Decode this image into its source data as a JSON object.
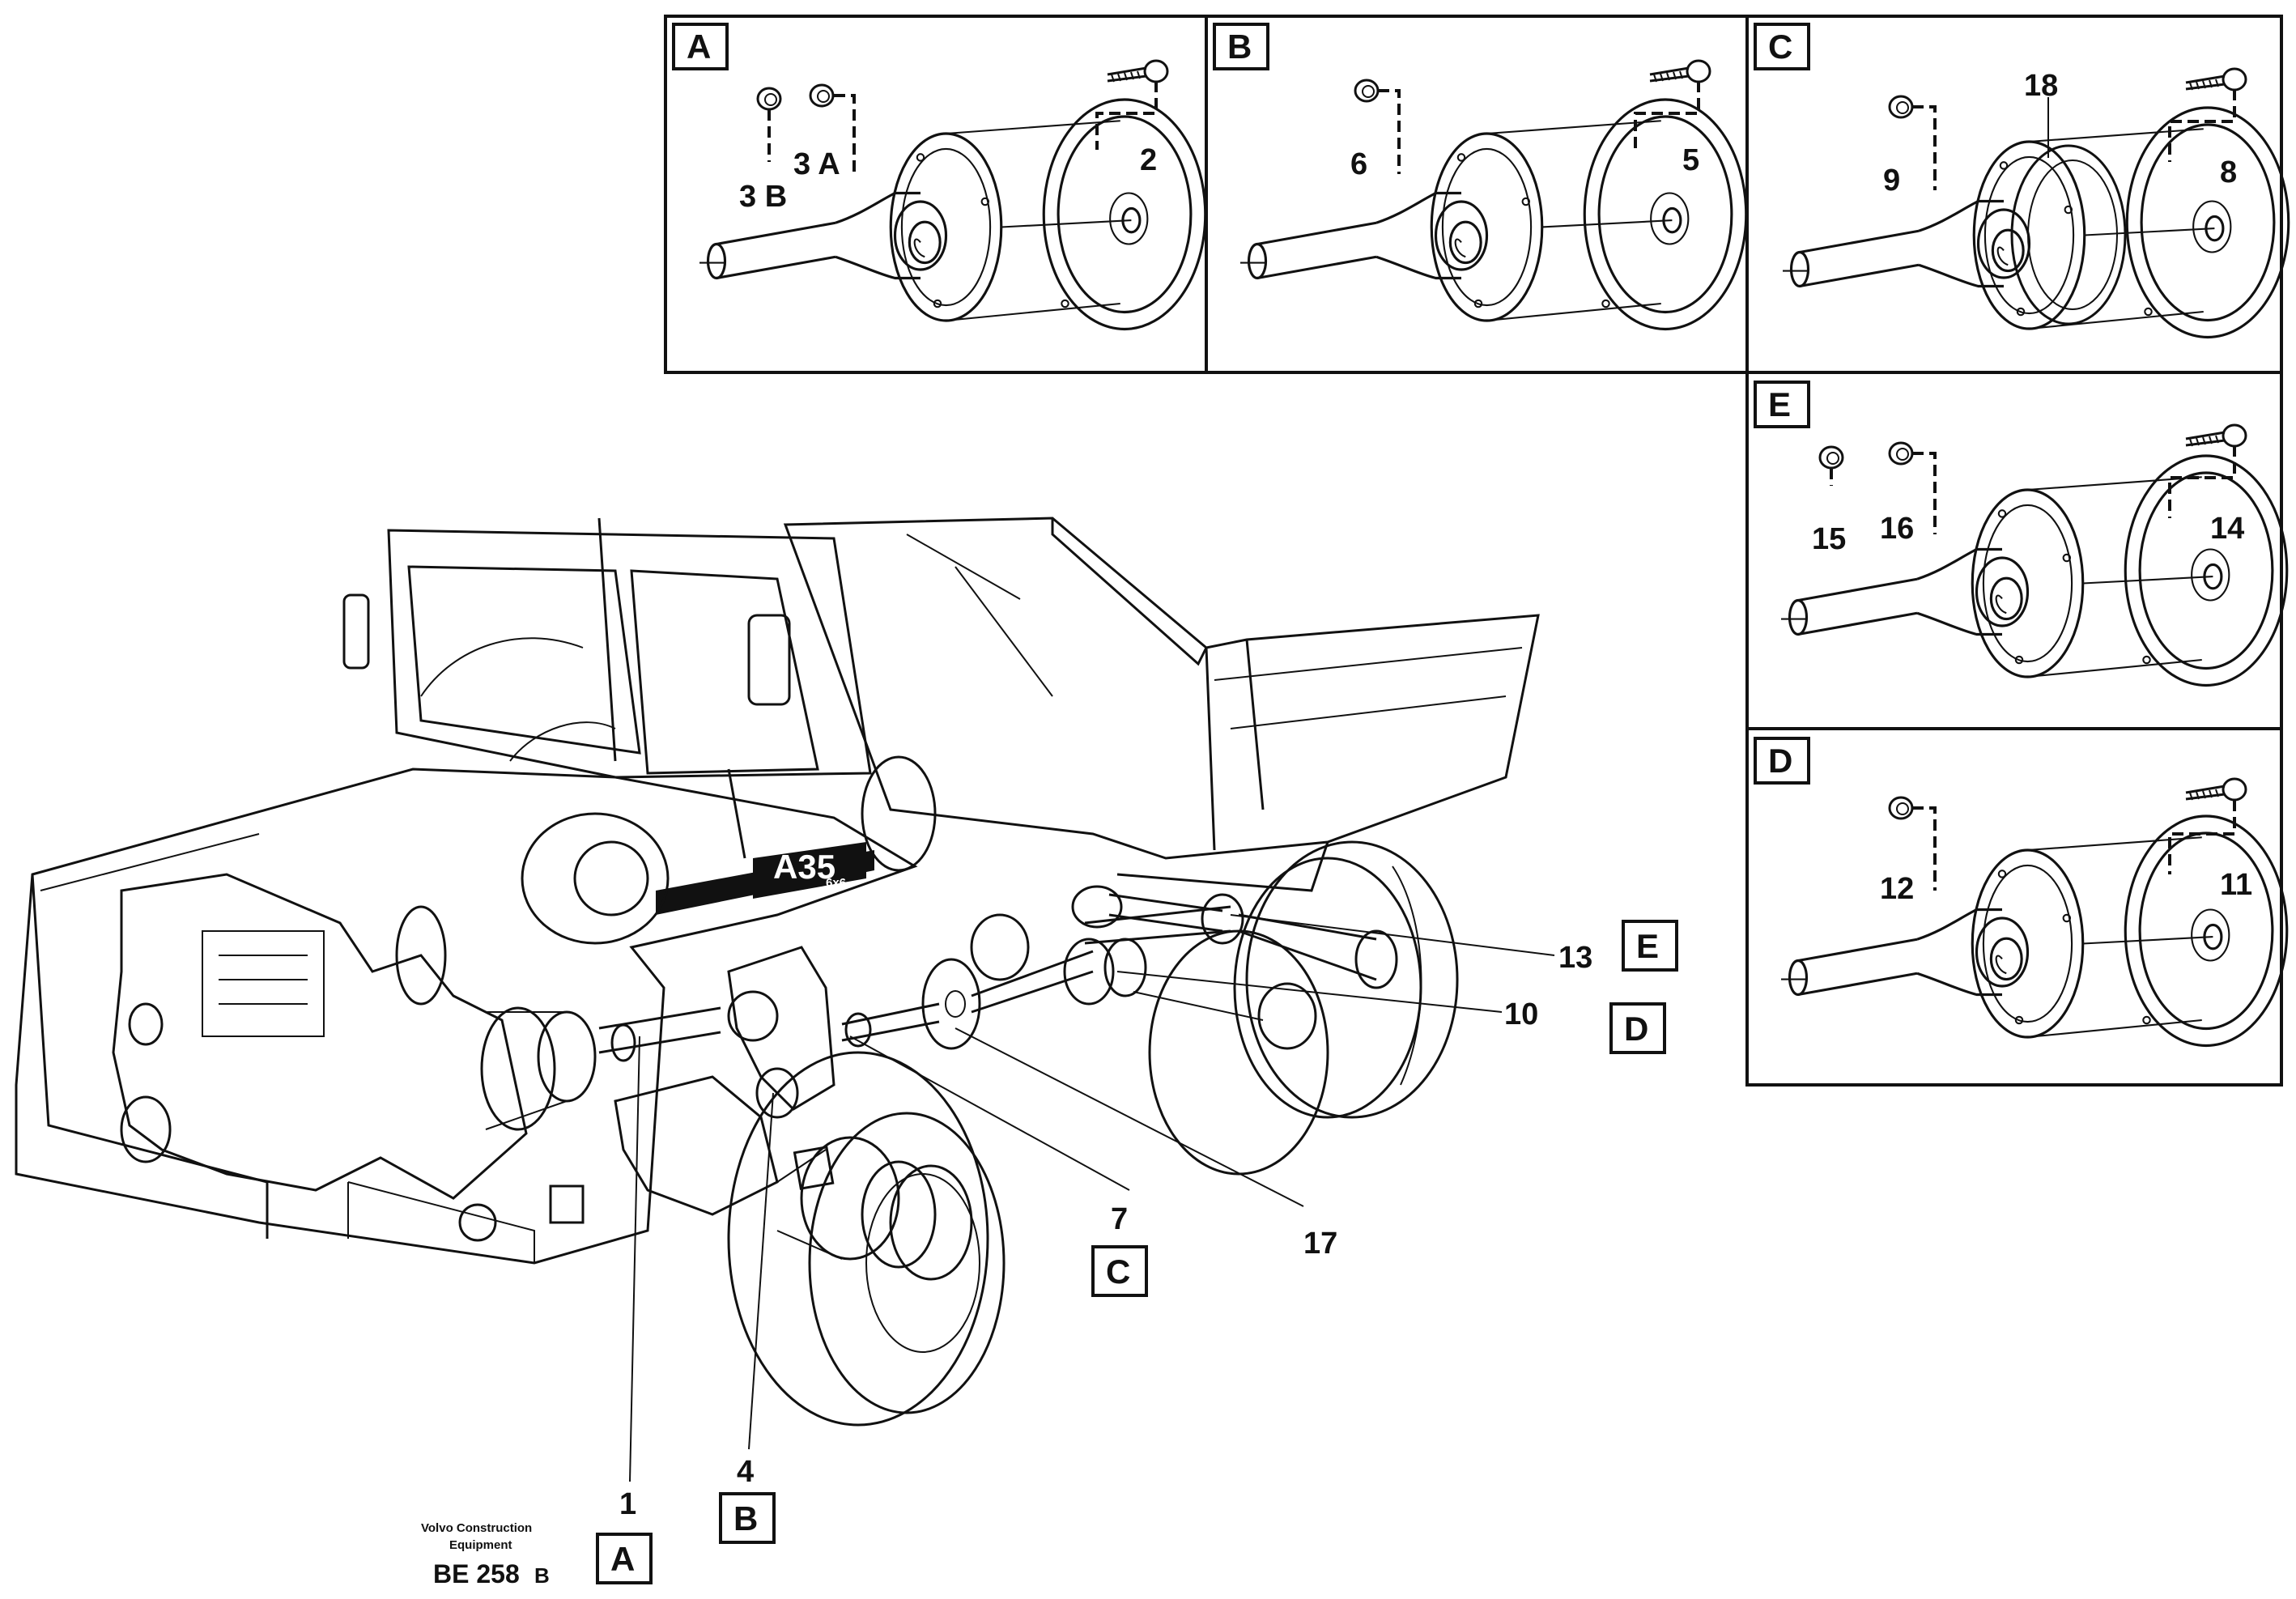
{
  "panels": {
    "A": {
      "letter": "A",
      "labels": [
        "3 B",
        "3 A",
        "2"
      ]
    },
    "B": {
      "letter": "B",
      "labels": [
        "6",
        "5"
      ]
    },
    "C": {
      "letter": "C",
      "labels": [
        "9",
        "18",
        "8"
      ]
    },
    "E": {
      "letter": "E",
      "labels": [
        "15",
        "16",
        "14"
      ]
    },
    "D": {
      "letter": "D",
      "labels": [
        "12",
        "11"
      ]
    }
  },
  "callouts": {
    "c1": "1",
    "c4": "4",
    "c7": "7",
    "c17": "17",
    "c10": "10",
    "c13": "13"
  },
  "tags": {
    "tagA": "A",
    "tagB": "B",
    "tagC": "C",
    "tagD": "D",
    "tagE": "E"
  },
  "truck_badge": "A35",
  "truck_badge_sub": "6x6",
  "footer": {
    "maker_line1": "Volvo Construction",
    "maker_line2": "Equipment",
    "drawing_code": "BE 258",
    "revision": "B"
  }
}
